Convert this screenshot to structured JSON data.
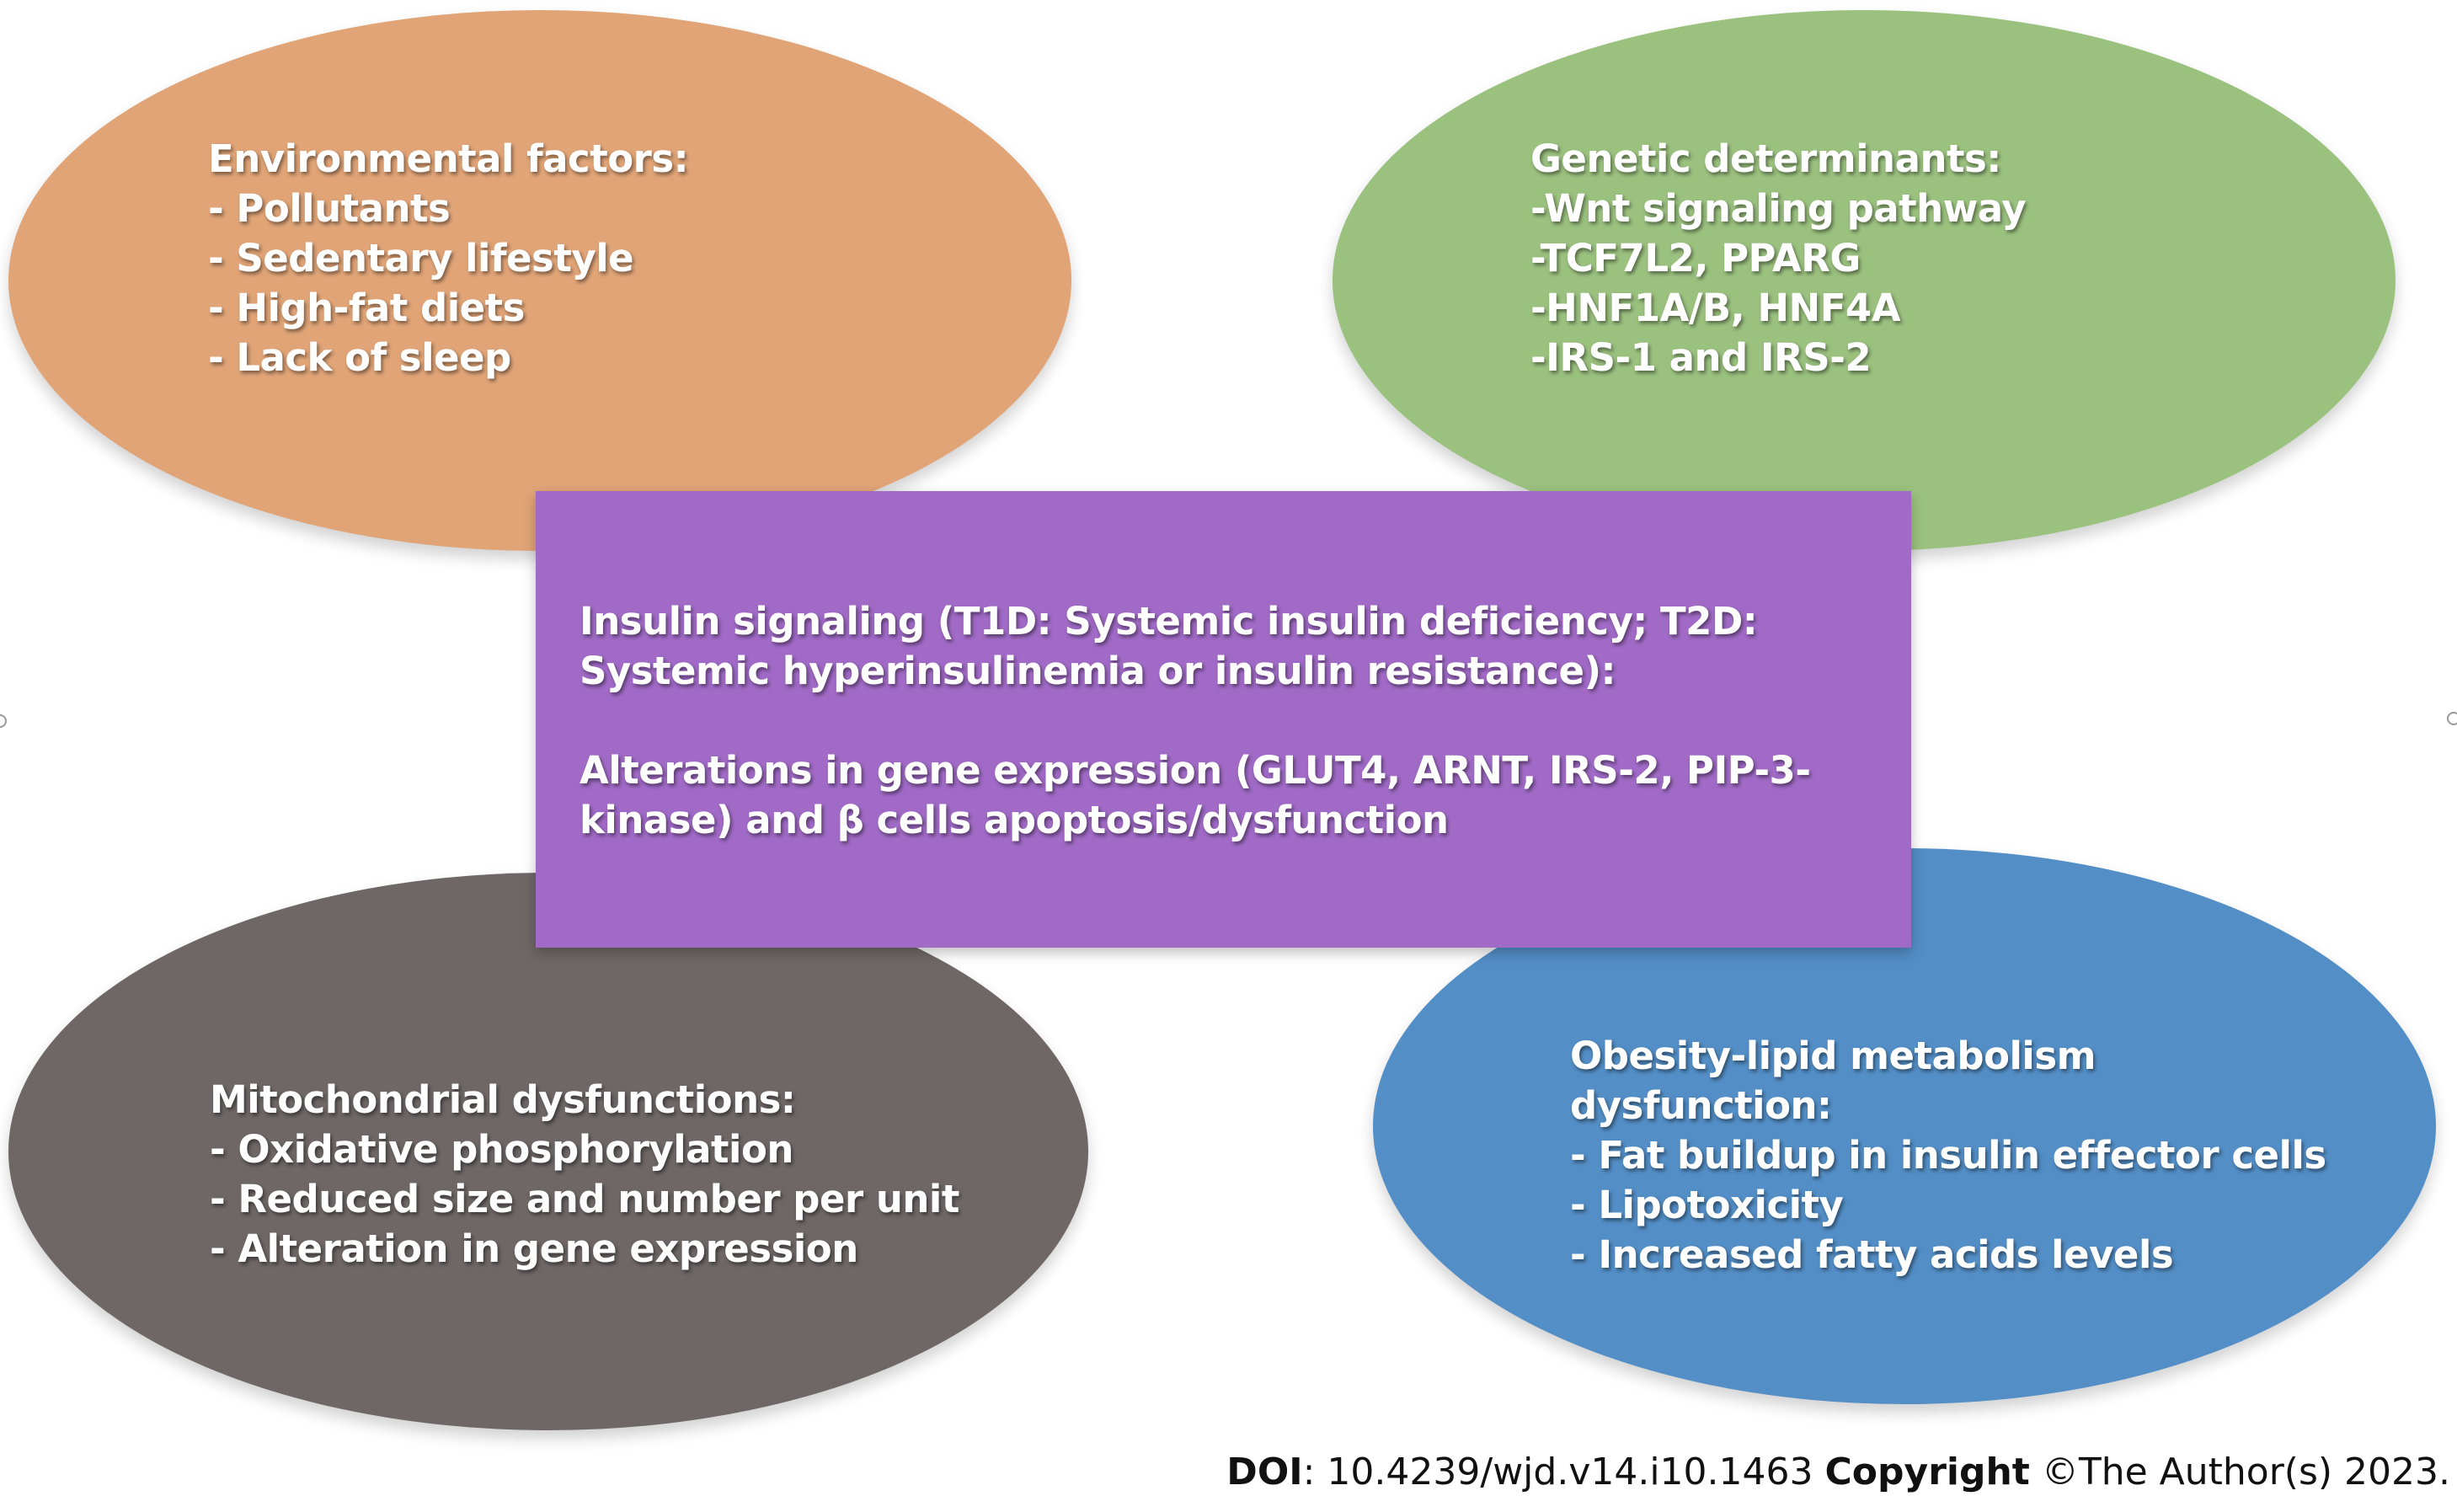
{
  "colors": {
    "environmental": "#e0a477",
    "genetic": "#9bc17f",
    "mitochondrial": "#6e6766",
    "obesity": "#538ec6",
    "center": "#a06ac6"
  },
  "environmental": {
    "title": "Environmental factors:",
    "items": [
      "- Pollutants",
      "- Sedentary lifestyle",
      "- High-fat diets",
      "- Lack of sleep"
    ]
  },
  "genetic": {
    "title": "Genetic determinants:",
    "items": [
      "-Wnt signaling pathway",
      "-TCF7L2, PPARG",
      "-HNF1A/B, HNF4A",
      "-IRS-1 and IRS-2"
    ]
  },
  "mitochondrial": {
    "title": "Mitochondrial dysfunctions:",
    "items": [
      "- Oxidative phosphorylation",
      "- Reduced size and number per unit",
      "- Alteration in gene expression"
    ]
  },
  "obesity": {
    "title_line1": "Obesity-lipid metabolism",
    "title_line2": "dysfunction:",
    "items": [
      "- Fat buildup in insulin effector cells",
      "- Lipotoxicity",
      "- Increased fatty acids levels"
    ]
  },
  "center": {
    "paragraph1": "Insulin signaling (T1D: Systemic insulin deficiency; T2D: Systemic hyperinsulinemia or insulin resistance):",
    "paragraph2": "Alterations in gene expression (GLUT4, ARNT, IRS-2, PIP-3-kinase) and β cells apoptosis/dysfunction"
  },
  "footer": {
    "doi_label": "DOI",
    "doi_value": ": 10.4239/wjd.v14.i10.1463 ",
    "copyright_label": "Copyright",
    "copyright_value": " ©The Author(s) 2023."
  }
}
